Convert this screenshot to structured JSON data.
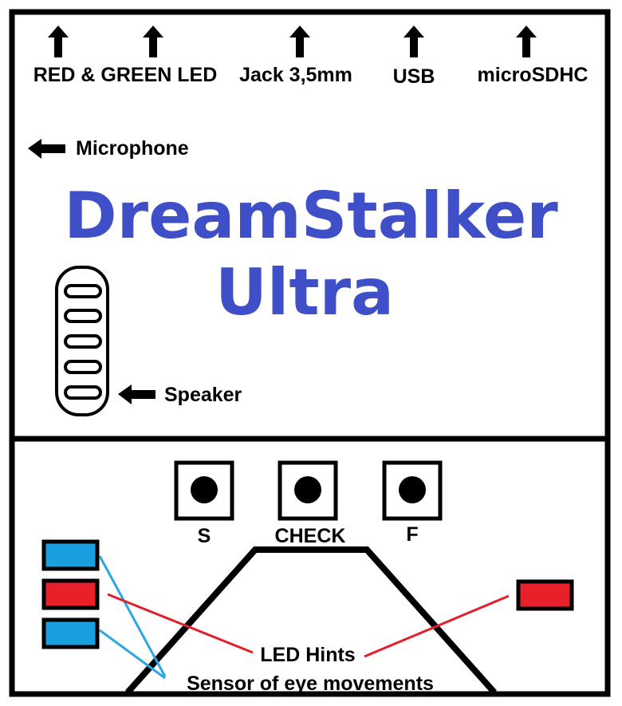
{
  "device": {
    "title_line1": "DreamStalker",
    "title_line2": "Ultra",
    "title_color": "#3f4fc8"
  },
  "top_ports": [
    {
      "label": "RED & GREEN LED",
      "icon": "arrow-up-icon"
    },
    {
      "label": "Jack 3,5mm",
      "icon": "arrow-up-icon"
    },
    {
      "label": "USB",
      "icon": "arrow-up-icon"
    },
    {
      "label": "microSDHC",
      "icon": "arrow-up-icon"
    }
  ],
  "side_labels": {
    "microphone": "Microphone",
    "speaker": "Speaker",
    "arrow_icon": "arrow-left-icon"
  },
  "buttons": [
    {
      "label": "S"
    },
    {
      "label": "CHECK"
    },
    {
      "label": "F"
    }
  ],
  "callouts": {
    "led_hints": "LED Hints",
    "eye_sensor": "Sensor of eye movements"
  },
  "colors": {
    "outline": "#000000",
    "sensor_blue": "#1a9fe0",
    "led_red": "#e8202a",
    "sensor_line": "#2aa8e0",
    "led_line": "#e0202a"
  }
}
